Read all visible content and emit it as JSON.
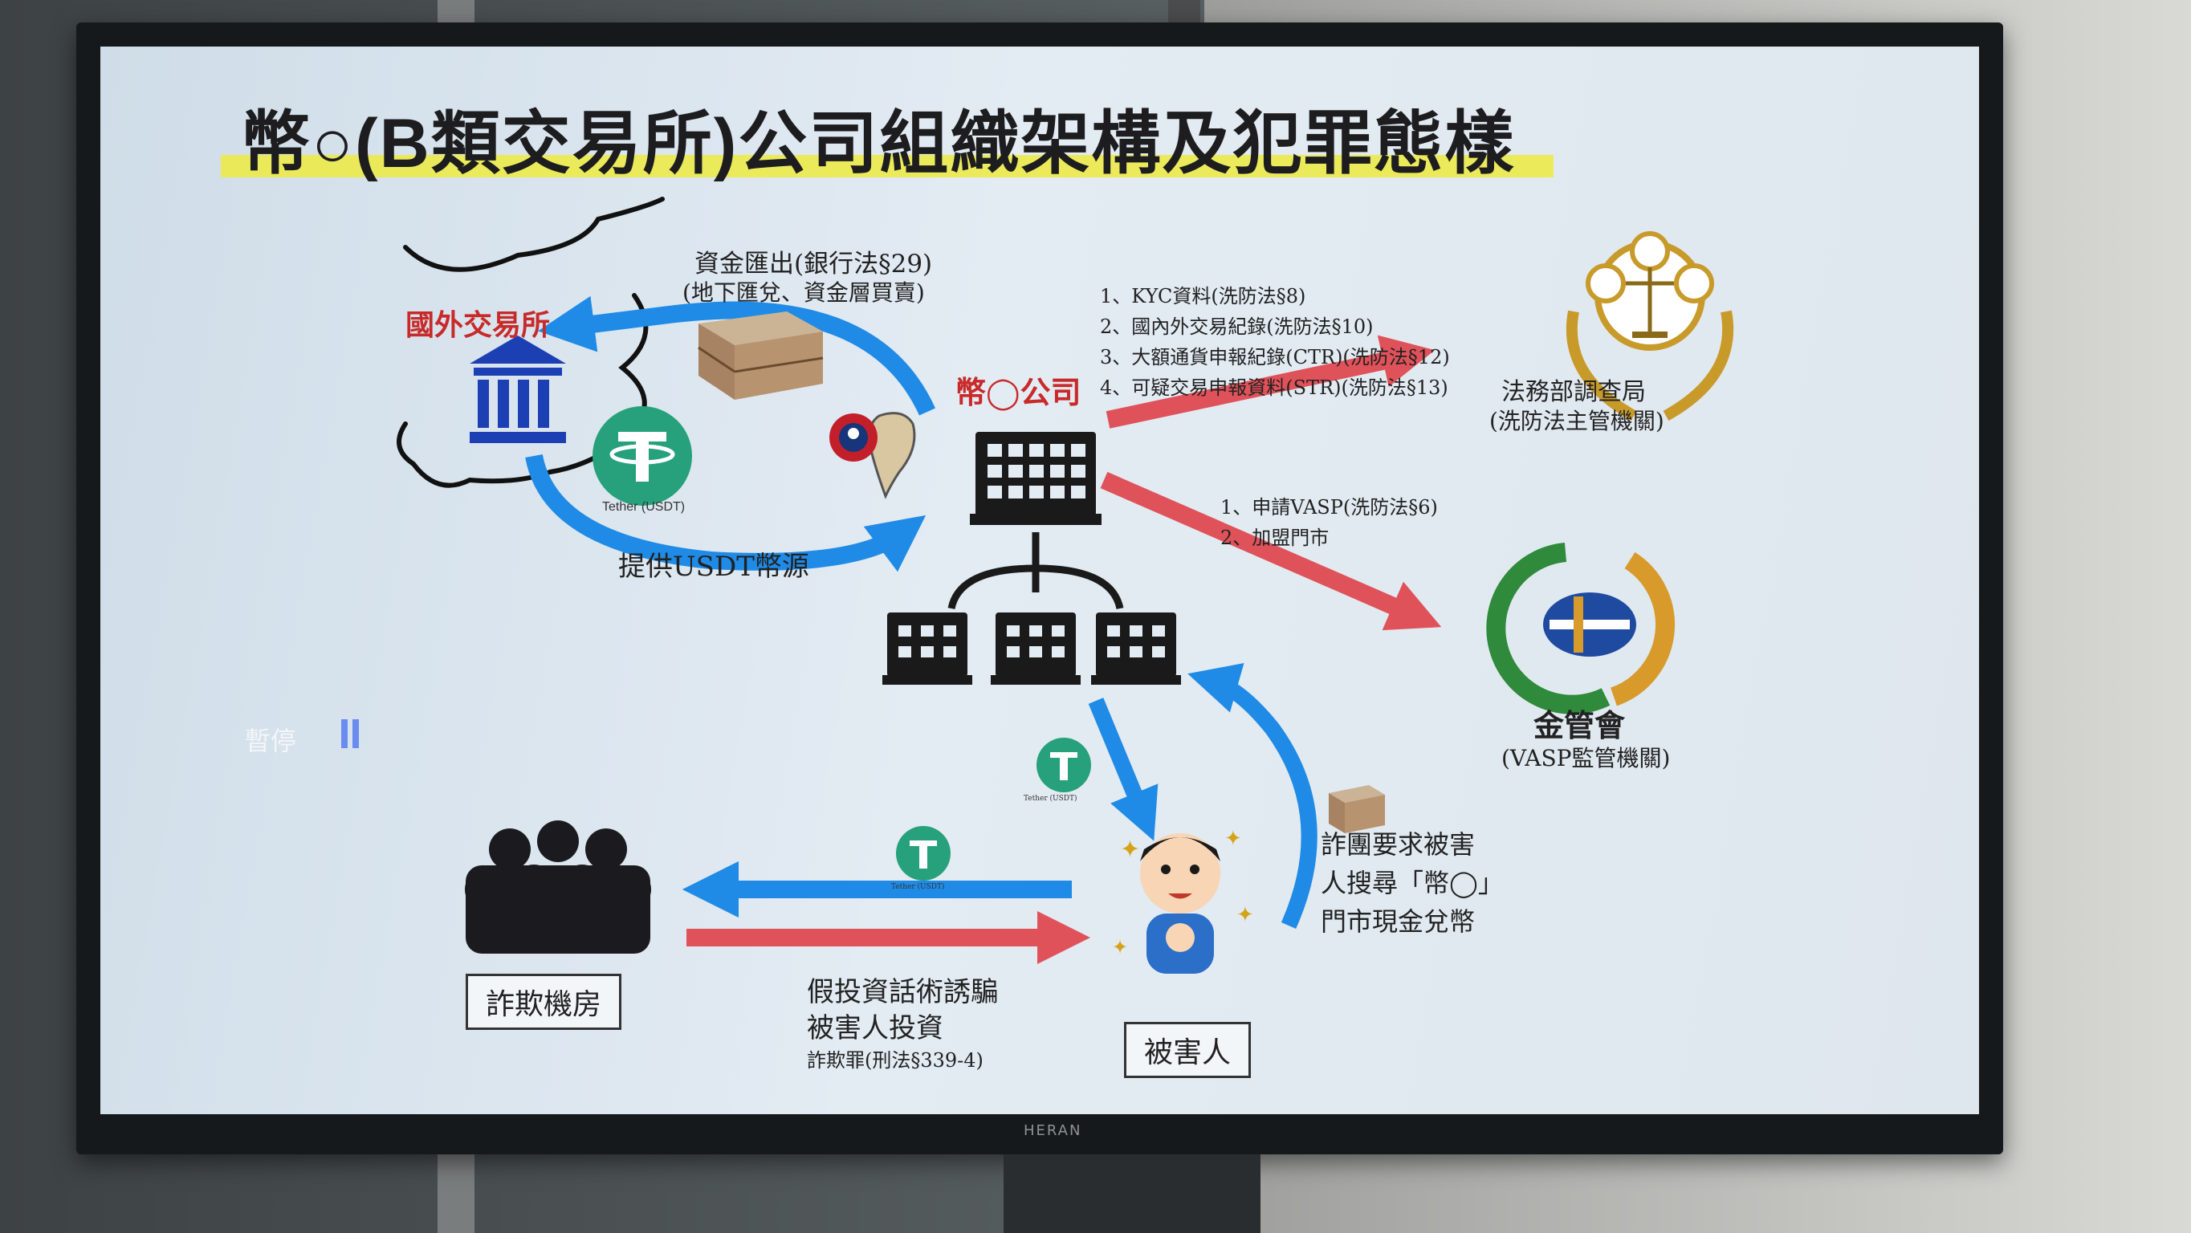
{
  "slide": {
    "title": "幣○(B類交易所)公司組織架構及犯罪態樣"
  },
  "nodes": {
    "foreign_exchange": "國外交易所",
    "company": "幣◯公司",
    "mjib": "法務部調查局",
    "mjib_sub": "(洗防法主管機關)",
    "fsc": "金管會",
    "fsc_sub": "(VASP監管機關)",
    "fraud_room": "詐欺機房",
    "victim": "被害人"
  },
  "flows": {
    "outflow_line1": "資金匯出(銀行法§29)",
    "outflow_line2": "(地下匯兌、資金層買賣)",
    "usdt_source": "提供USDT幣源",
    "mjib_items": [
      "1、KYC資料(洗防法§8)",
      "2、國內外交易紀錄(洗防法§10)",
      "3、大額通貨申報紀錄(CTR)(洗防法§12)",
      "4、可疑交易申報資料(STR)(洗防法§13)"
    ],
    "fsc_items": [
      "1、申請VASP(洗防法§6)",
      "2、加盟門市"
    ],
    "fraud_text_line1": "假投資話術誘騙",
    "fraud_text_line2": "被害人投資",
    "fraud_law": "詐欺罪(刑法§339-4)",
    "victim_text": [
      "詐團要求被害",
      "人搜尋「幣◯」",
      "門市現金兌幣"
    ]
  },
  "icons": {
    "tether_label": "Tether (USDT)",
    "tether_small_label": "Tether (USDT)"
  },
  "overlay": {
    "pause_text": "暫停"
  },
  "tv": {
    "brand": "HERAN"
  },
  "colors": {
    "blue_arrow": "#1f8be6",
    "red_arrow": "#e0525a",
    "tether_green": "#26a17b",
    "highlight": "#ecea4a"
  }
}
